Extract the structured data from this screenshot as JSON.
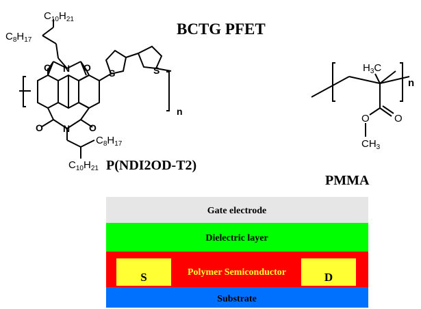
{
  "title": "BCTG PFET",
  "polymer_semiconductor": {
    "name": "P(NDI2OD-T2)",
    "substituents": {
      "top_C10": "C",
      "top_C10_sub": "10",
      "top_C10_tail": "H",
      "top_C10_tail_sub": "21",
      "top_C8": "C",
      "top_C8_sub": "8",
      "top_C8_tail": "H",
      "top_C8_tail_sub": "17",
      "bottom_C8": "C",
      "bottom_C8_sub": "8",
      "bottom_C8_tail": "H",
      "bottom_C8_tail_sub": "17",
      "bottom_C10": "C",
      "bottom_C10_sub": "10",
      "bottom_C10_tail": "H",
      "bottom_C10_tail_sub": "21"
    },
    "atoms": {
      "N": "N",
      "O": "O",
      "S": "S"
    },
    "repeat": "n"
  },
  "dielectric_polymer": {
    "name": "PMMA",
    "methyl_top": "H",
    "methyl_top_sub": "3",
    "methyl_top_c": "C",
    "oxygen": "O",
    "methoxy": "CH",
    "methoxy_sub": "3",
    "repeat": "n"
  },
  "stack": {
    "layers": [
      {
        "label": "Gate electrode",
        "color": "#e6e6e6"
      },
      {
        "label": "Dielectric layer",
        "color": "#00ff00"
      },
      {
        "label": "Polymer Semiconductor",
        "color": "#ff0000"
      },
      {
        "label": "Substrate",
        "color": "#0070ff"
      }
    ],
    "contacts": [
      {
        "label": "S",
        "color": "#ffff33"
      },
      {
        "label": "D",
        "color": "#ffff33"
      }
    ],
    "stack_label_color": "#ffff33"
  }
}
